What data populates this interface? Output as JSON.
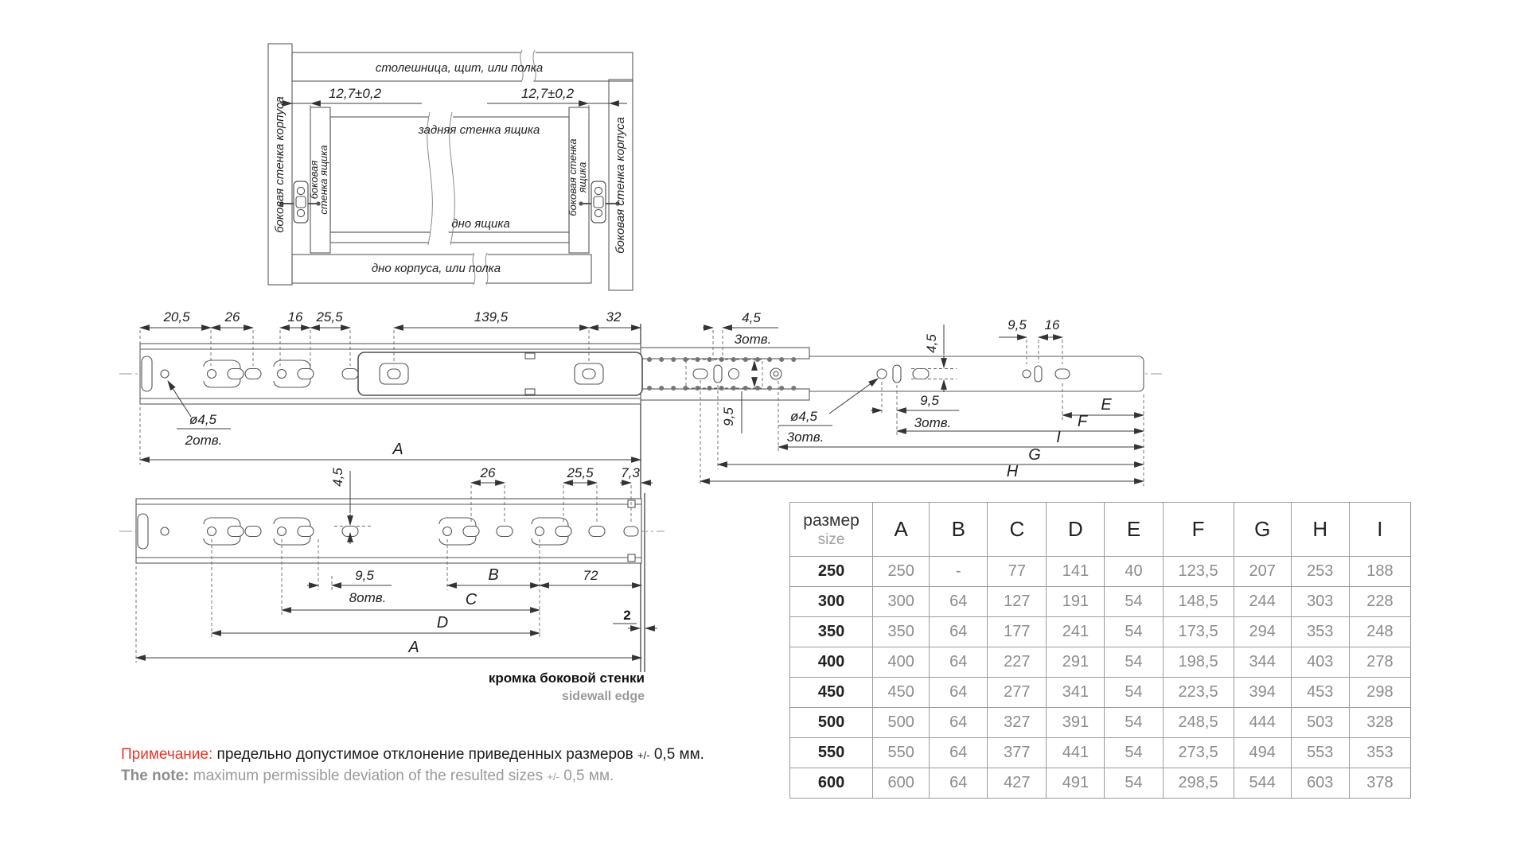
{
  "cabinet": {
    "top_panel": "столешница, щит, или полка",
    "left_wall": "боковая стенка корпуса",
    "right_wall": "боковая стенка корпуса",
    "drawer_left_1": "боковая",
    "drawer_left_2": "стенка ящика",
    "drawer_right_1": "боковая стенка",
    "drawer_right_2": "ящика",
    "back_wall": "задняя стенка ящика",
    "drawer_bottom": "дно ящика",
    "bottom_panel": "дно корпуса, или полка",
    "gap_left": "12,7±0,2",
    "gap_right": "12,7±0,2"
  },
  "outer_rail": {
    "d1": "20,5",
    "d2": "26",
    "d3": "16",
    "d4": "25,5",
    "d5": "139,5",
    "d6": "32",
    "d45": "4,5",
    "d45_holes": "3отв.",
    "d45_right": "4,5",
    "d95_right": "9,5",
    "d16_right": "16",
    "hole1": "ø4,5",
    "hole1_count": "2отв.",
    "a_label": "A",
    "d95_rot": "9,5",
    "hole2": "ø4,5",
    "hole2_count": "3отв.",
    "d95b": "9,5",
    "d95b_count": "3отв.",
    "e": "E",
    "f": "F",
    "i": "I",
    "g": "G",
    "h": "H"
  },
  "drawer_rail": {
    "d45": "4,5",
    "d26": "26",
    "d255": "25,5",
    "d73": "7,3",
    "d95": "9,5",
    "d95_count": "8отв.",
    "b": "B",
    "d72": "72",
    "c": "C",
    "d": "D",
    "a": "A",
    "d2mm": "2",
    "edge_ru": "кромка боковой стенки",
    "edge_en": "sidewall edge"
  },
  "table": {
    "size_label_ru": "размер",
    "size_label_en": "size",
    "columns": [
      "A",
      "B",
      "C",
      "D",
      "E",
      "F",
      "G",
      "H",
      "I"
    ],
    "rows": [
      {
        "size": "250",
        "values": [
          "250",
          "-",
          "77",
          "141",
          "40",
          "123,5",
          "207",
          "253",
          "188"
        ]
      },
      {
        "size": "300",
        "values": [
          "300",
          "64",
          "127",
          "191",
          "54",
          "148,5",
          "244",
          "303",
          "228"
        ]
      },
      {
        "size": "350",
        "values": [
          "350",
          "64",
          "177",
          "241",
          "54",
          "173,5",
          "294",
          "353",
          "248"
        ]
      },
      {
        "size": "400",
        "values": [
          "400",
          "64",
          "227",
          "291",
          "54",
          "198,5",
          "344",
          "403",
          "278"
        ]
      },
      {
        "size": "450",
        "values": [
          "450",
          "64",
          "277",
          "341",
          "54",
          "223,5",
          "394",
          "453",
          "298"
        ]
      },
      {
        "size": "500",
        "values": [
          "500",
          "64",
          "327",
          "391",
          "54",
          "248,5",
          "444",
          "503",
          "328"
        ]
      },
      {
        "size": "550",
        "values": [
          "550",
          "64",
          "377",
          "441",
          "54",
          "273,5",
          "494",
          "553",
          "353"
        ]
      },
      {
        "size": "600",
        "values": [
          "600",
          "64",
          "427",
          "491",
          "54",
          "298,5",
          "544",
          "603",
          "378"
        ]
      }
    ]
  },
  "note": {
    "label_ru": "Примечание:",
    "text_ru": "предельно допустимое отклонение приведенных размеров",
    "pm": "+/-",
    "tail": "0,5 мм.",
    "label_en": "The note:",
    "text_en": "maximum permissible deviation of the resulted sizes",
    "pm_en": "+/-",
    "tail_en": "0,5 мм."
  }
}
